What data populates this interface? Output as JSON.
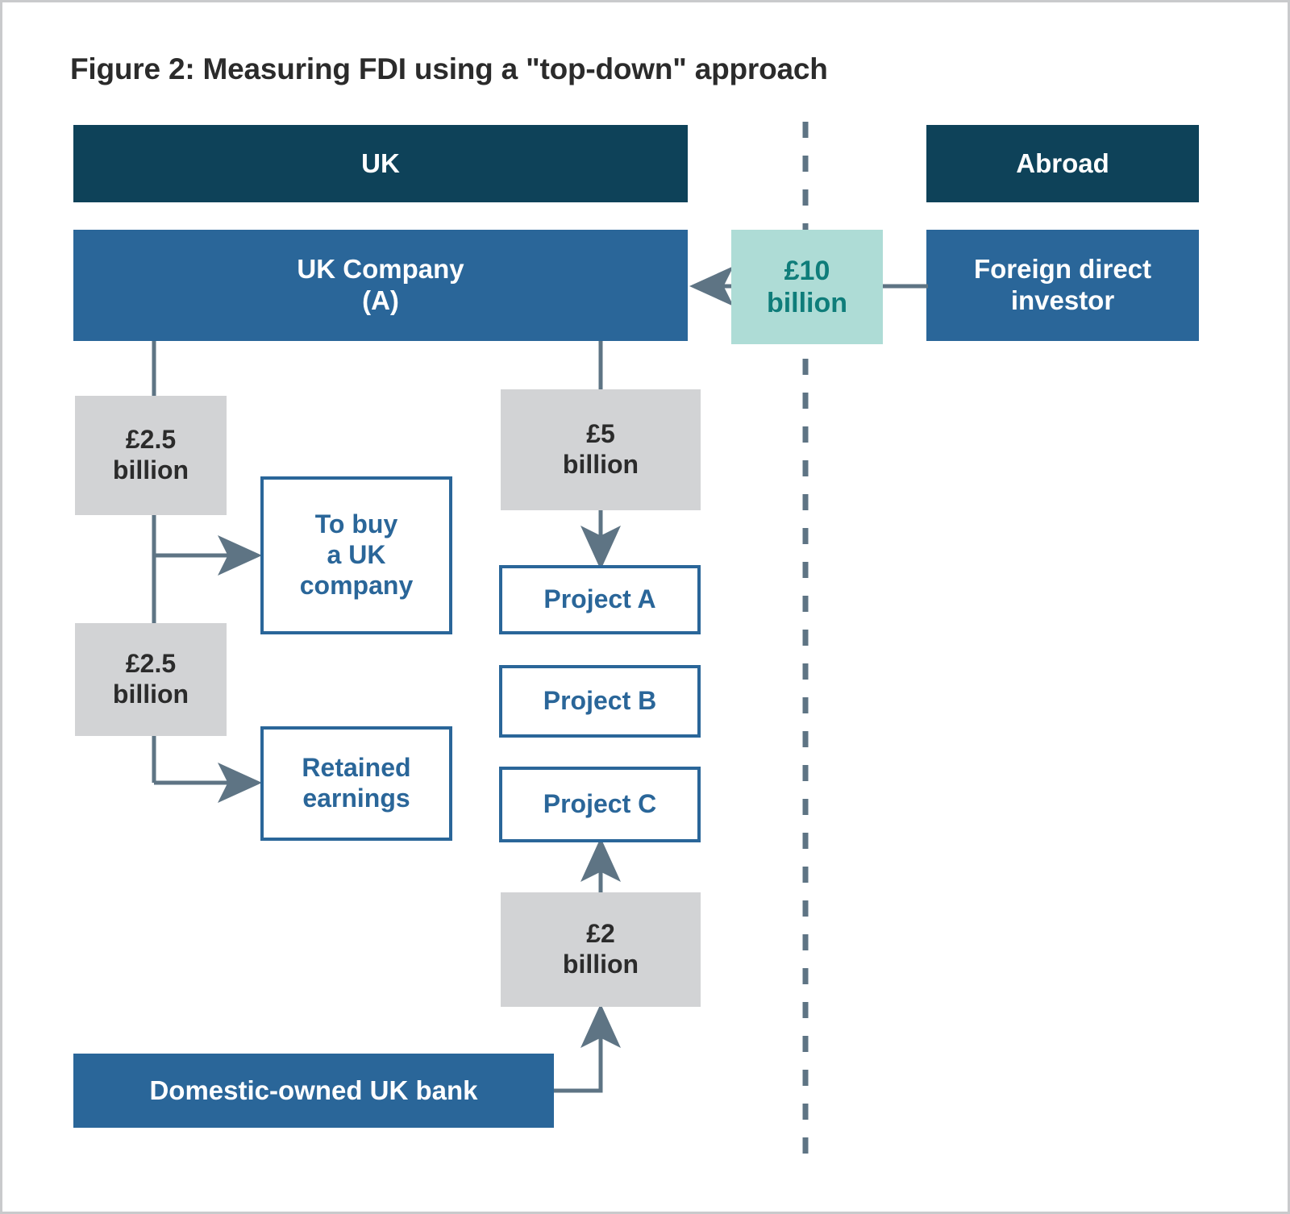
{
  "figure": {
    "title": "Figure 2: Measuring FDI using a \"top-down\" approach"
  },
  "regions": {
    "uk_band": "UK",
    "abroad_band": "Abroad"
  },
  "nodes": {
    "uk_company_line1": "UK Company",
    "uk_company_line2": "(A)",
    "foreign_investor_line1": "Foreign direct",
    "foreign_investor_line2": "investor",
    "to_buy_line1": "To buy",
    "to_buy_line2": "a UK",
    "to_buy_line3": "company",
    "retained_line1": "Retained",
    "retained_line2": "earnings",
    "project_a": "Project A",
    "project_b": "Project B",
    "project_c": "Project C",
    "domestic_bank": "Domestic-owned UK bank"
  },
  "amounts": {
    "inbound_fdi_value": "£10",
    "inbound_fdi_unit": "billion",
    "buy_company_value": "£2.5",
    "buy_company_unit": "billion",
    "retained_value": "£2.5",
    "retained_unit": "billion",
    "projects_value": "£5",
    "projects_unit": "billion",
    "bank_loan_value": "£2",
    "bank_loan_unit": "billion"
  },
  "chart_data": {
    "type": "diagram",
    "title": "Figure 2: Measuring FDI using a \"top-down\" approach",
    "nodes": [
      {
        "id": "uk-band",
        "label": "UK",
        "kind": "region-band",
        "side": "uk"
      },
      {
        "id": "abroad-band",
        "label": "Abroad",
        "kind": "region-band",
        "side": "abroad"
      },
      {
        "id": "uk-company",
        "label": "UK Company (A)",
        "kind": "entity",
        "side": "uk"
      },
      {
        "id": "foreign-investor",
        "label": "Foreign direct investor",
        "kind": "entity",
        "side": "abroad"
      },
      {
        "id": "domestic-bank",
        "label": "Domestic-owned UK bank",
        "kind": "entity",
        "side": "uk"
      },
      {
        "id": "to-buy-uk-company",
        "label": "To buy a UK company",
        "kind": "use-of-funds"
      },
      {
        "id": "retained-earnings",
        "label": "Retained earnings",
        "kind": "use-of-funds"
      },
      {
        "id": "project-a",
        "label": "Project A",
        "kind": "project"
      },
      {
        "id": "project-b",
        "label": "Project B",
        "kind": "project"
      },
      {
        "id": "project-c",
        "label": "Project C",
        "kind": "project"
      }
    ],
    "flows": [
      {
        "from": "foreign-investor",
        "to": "uk-company",
        "amount": 10,
        "unit": "£ billion",
        "label": "£10 billion"
      },
      {
        "from": "uk-company",
        "to": "to-buy-uk-company",
        "amount": 2.5,
        "unit": "£ billion",
        "label": "£2.5 billion"
      },
      {
        "from": "uk-company",
        "to": "retained-earnings",
        "amount": 2.5,
        "unit": "£ billion",
        "label": "£2.5 billion"
      },
      {
        "from": "uk-company",
        "to": "project-a",
        "amount": 5,
        "unit": "£ billion",
        "label": "£5 billion"
      },
      {
        "from": "domestic-bank",
        "to": "project-c",
        "amount": 2,
        "unit": "£ billion",
        "label": "£2 billion"
      }
    ],
    "divider": {
      "orientation": "vertical",
      "style": "dashed",
      "left_label": "UK",
      "right_label": "Abroad"
    },
    "colors": {
      "band_navy": "#0e4259",
      "entity_blue": "#2a6699",
      "amount_grey": "#d2d3d5",
      "fdi_teal_fill": "#aedcd6",
      "fdi_teal_text": "#0f7d7a",
      "connector_grey": "#5e7484",
      "figure_border": "#c9cacc"
    }
  }
}
